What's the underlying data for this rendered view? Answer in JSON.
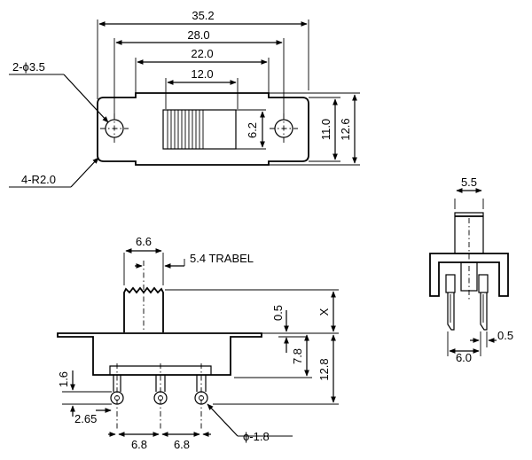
{
  "top_view": {
    "dims": {
      "w_total": "35.2",
      "w_mount": "28.0",
      "w_slot": "22.0",
      "w_actuator": "12.0",
      "h_actuator": "6.2",
      "h_body_inner": "11.0",
      "h_body": "12.6"
    },
    "callouts": {
      "holes": "2-ϕ3.5",
      "radius": "4-R2.0"
    }
  },
  "side_view": {
    "dims": {
      "w_actuator": "6.6",
      "travel": "5.4 TRABEL",
      "gap": "0.5",
      "x": "X",
      "h_body": "7.8",
      "h_total": "12.8",
      "pin_len": "1.6",
      "pin_offset": "2.65",
      "pitch1": "6.8",
      "pitch2": "6.8",
      "pin_dia": "ϕ-1.8"
    }
  },
  "end_view": {
    "dims": {
      "w_actuator": "5.5",
      "w_pins": "6.0",
      "pin_thk": "0.5"
    }
  }
}
